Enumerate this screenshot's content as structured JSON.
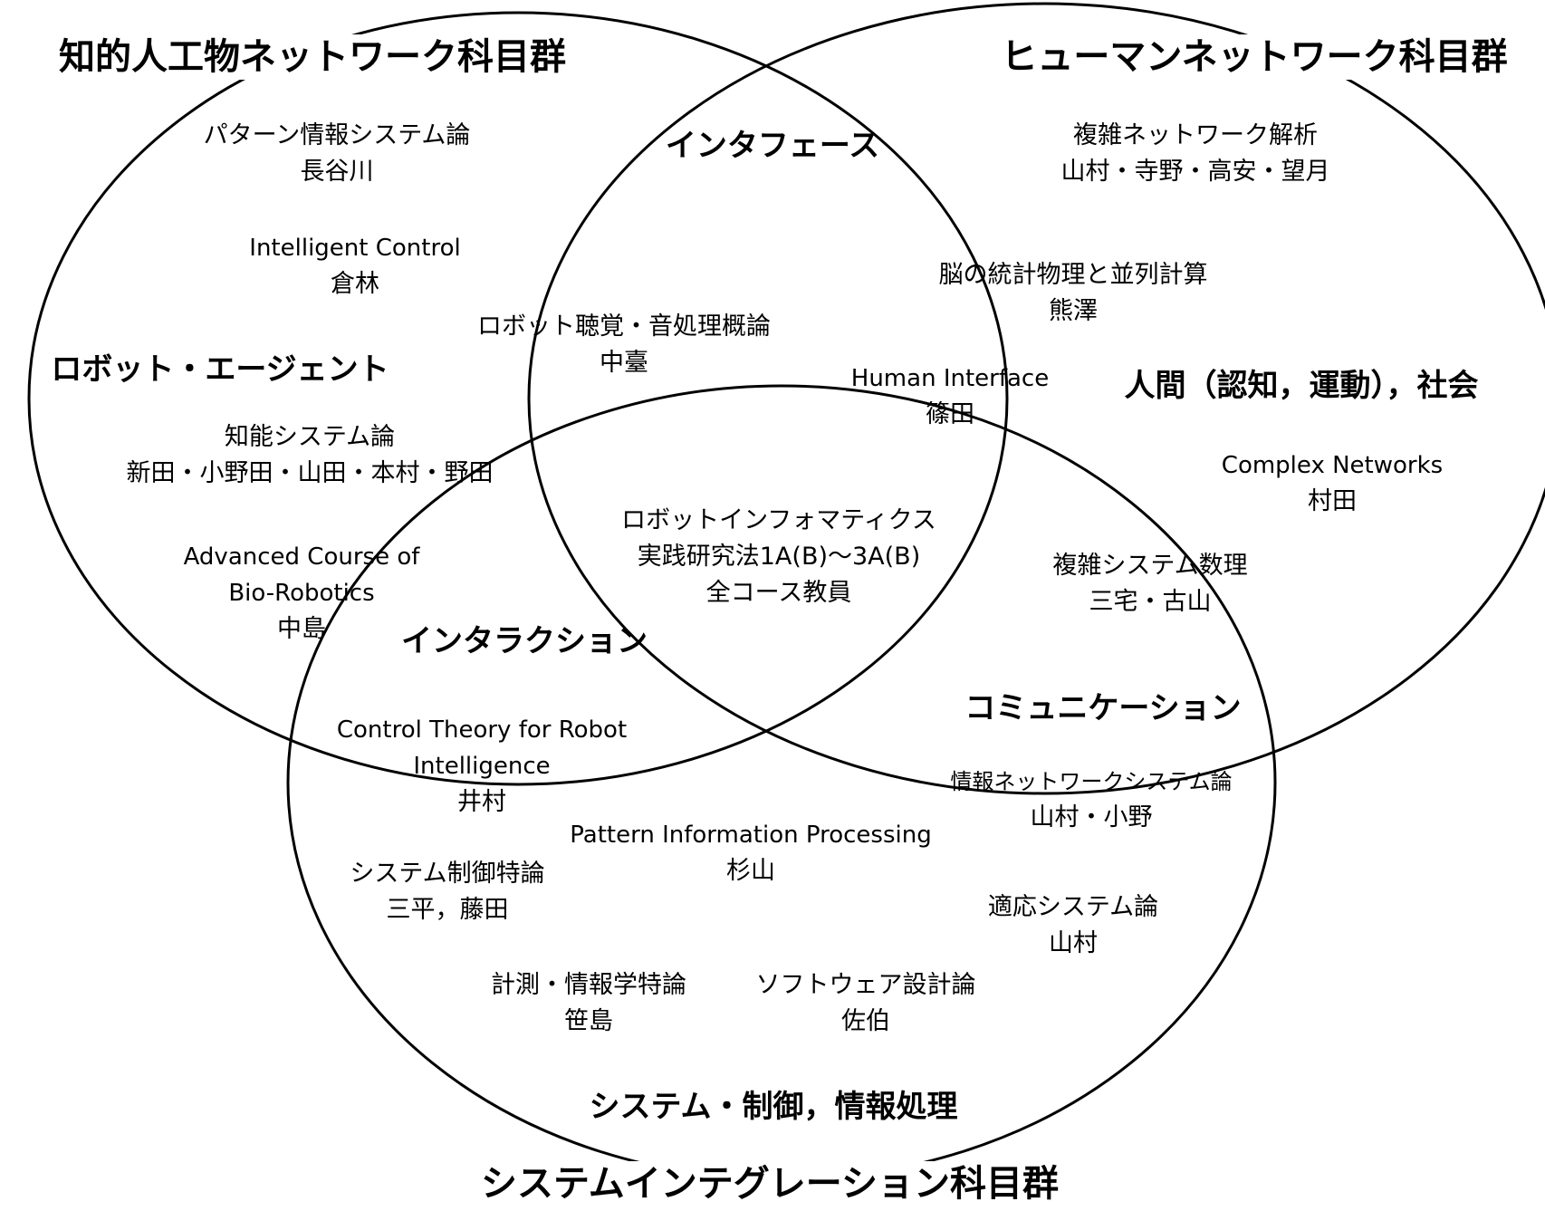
{
  "groups": {
    "top_left": "知的人工物ネットワーク科目群",
    "top_right": "ヒューマンネットワーク科目群",
    "bottom": "システムインテグレーション科目群"
  },
  "regions": {
    "agent": "ロボット・エージェント",
    "interface": "インタフェース",
    "human": "人間（認知，運動），社会",
    "interaction": "インタラクション",
    "communication": "コミュニケーション",
    "system": "システム・制御，情報処理"
  },
  "courses": [
    {
      "title": "パターン情報システム論",
      "teacher": "長谷川"
    },
    {
      "title": "Intelligent  Control",
      "teacher": "倉林"
    },
    {
      "title": "知能システム論",
      "teacher": "新田・小野田・山田・本村・野田"
    },
    {
      "title": "Advanced Course of",
      "title2": "Bio-Robotics",
      "teacher": "中島"
    },
    {
      "title": "ロボット聴覚・音処理概論",
      "teacher": "中臺"
    },
    {
      "title": "脳の統計物理と並列計算",
      "teacher": "熊澤"
    },
    {
      "title": "Human Interface",
      "teacher": "篠田"
    },
    {
      "title": "複雑ネットワーク解析",
      "teacher": "山村・寺野・高安・望月"
    },
    {
      "title": "Complex Networks",
      "teacher": "村田"
    },
    {
      "title": "ロボットインフォマティクス",
      "title2": "実践研究法1A(B)～3A(B)",
      "teacher": "全コース教員"
    },
    {
      "title": "複雑システム数理",
      "teacher": "三宅・古山"
    },
    {
      "title": "Control Theory for Robot",
      "title2": "Intelligence",
      "teacher": "井村"
    },
    {
      "title": "情報ネットワークシステム論",
      "teacher": "山村・小野"
    },
    {
      "title": "Pattern Information Processing",
      "teacher": "杉山"
    },
    {
      "title": "システム制御特論",
      "teacher": "三平，藤田"
    },
    {
      "title": "適応システム論",
      "teacher": "山村"
    },
    {
      "title": "計測・情報学特論",
      "teacher": "笹島"
    },
    {
      "title": "ソフトウェア設計論",
      "teacher": "佐伯"
    }
  ]
}
